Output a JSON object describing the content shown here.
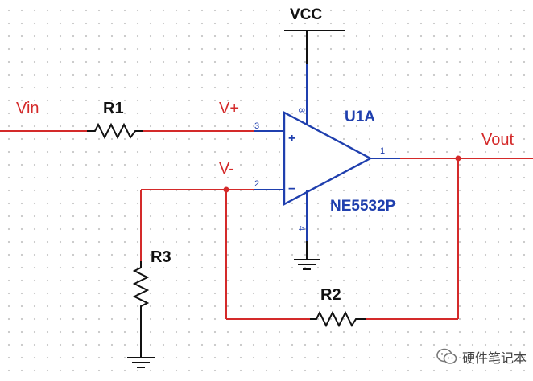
{
  "supply": {
    "label": "VCC"
  },
  "nets": {
    "vin": "Vin",
    "vplus": "V+",
    "vminus": "V-",
    "vout": "Vout"
  },
  "components": {
    "r1": "R1",
    "r2": "R2",
    "r3": "R3"
  },
  "opamp": {
    "ref": "U1A",
    "part": "NE5532P",
    "pins": {
      "noninv": "3",
      "inv": "2",
      "out": "1",
      "vpos": "8",
      "vneg": "4"
    },
    "plus_sign": "+",
    "minus_sign": "−"
  },
  "watermark": {
    "text": "硬件笔记本",
    "icon": "wechat-icon"
  },
  "colors": {
    "net_wire": "#d42a2a",
    "component": "#1f3fae",
    "ground": "#111111"
  }
}
